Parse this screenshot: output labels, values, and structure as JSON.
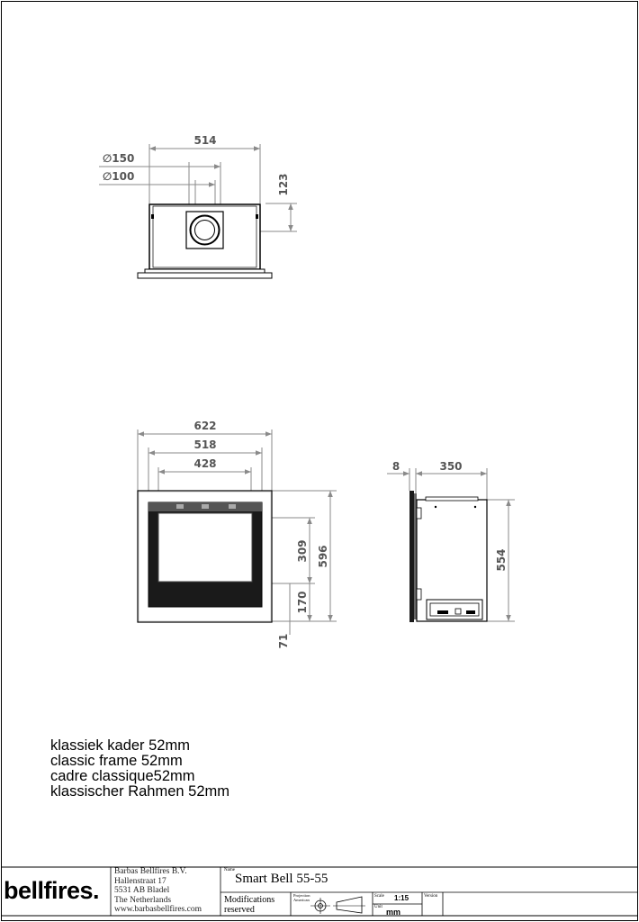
{
  "drawing": {
    "top_view": {
      "width": "514",
      "flue_outer": "∅150",
      "flue_inner": "∅100",
      "depth": "123"
    },
    "front_view": {
      "frame_width": "622",
      "body_width": "518",
      "glass_width": "428",
      "glass_height": "309",
      "frame_height": "596",
      "lower_offset": "170",
      "bottom_offset": "71"
    },
    "side_view": {
      "frame_depth": "8",
      "body_depth": "350",
      "body_height": "554"
    }
  },
  "notes": [
    "klassiek kader 52mm",
    "classic frame 52mm",
    "cadre classique52mm",
    "klassischer Rahmen 52mm"
  ],
  "title_block": {
    "logo": "bellfires.",
    "address": [
      "Barbas Bellfires B.V.",
      "Hallenstraat 17",
      "5531 AB Bladel",
      "The Netherlands",
      "www.barbasbellfires.com"
    ],
    "name_label": "Name",
    "name": "Smart Bell 55-55",
    "modifications": [
      "Modifications",
      "reserved"
    ],
    "projection_label": [
      "Projection",
      "American"
    ],
    "scale_label": "Scale",
    "scale": "1:15",
    "version_label": "Version",
    "unit_label": "Unit",
    "unit": "mm"
  }
}
